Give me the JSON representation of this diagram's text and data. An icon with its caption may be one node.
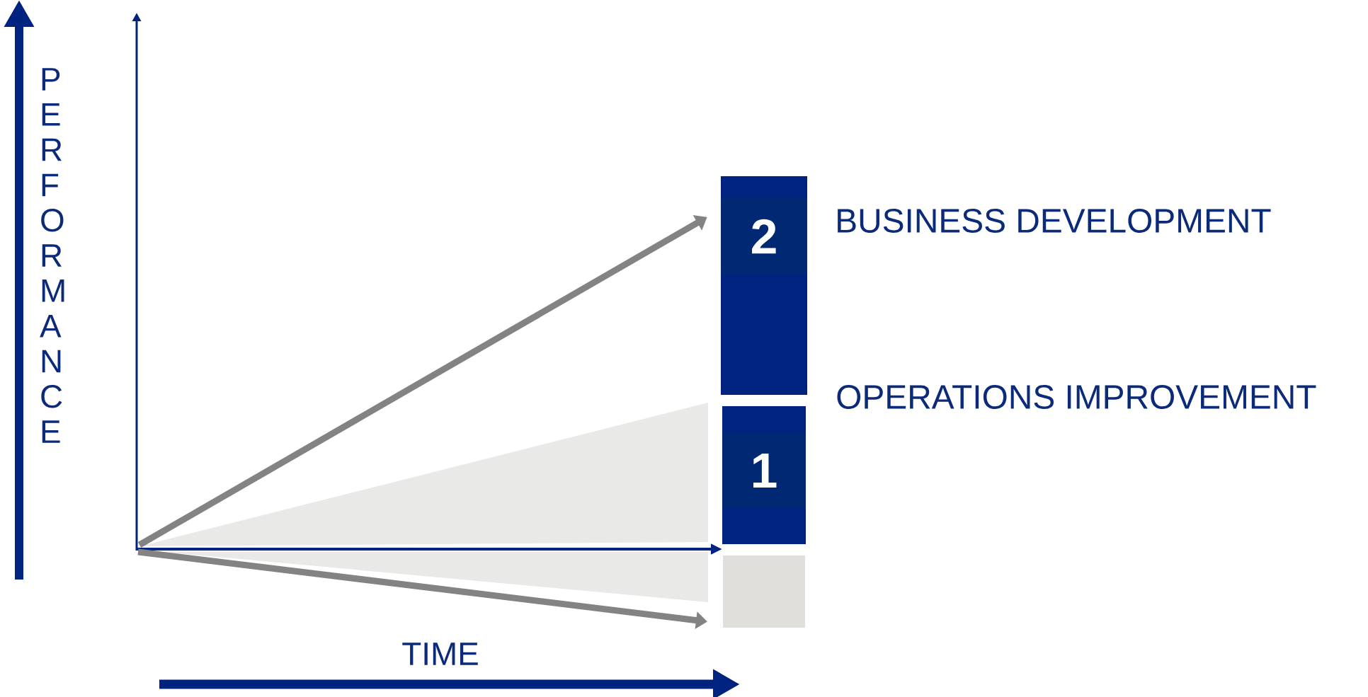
{
  "diagram": {
    "nodes": [
      {
        "text": [
          "2"
        ],
        "beside": [
          "BUSINESS DEVELOPMENT"
        ]
      },
      {
        "text": [
          "1"
        ],
        "beside": [
          "OPERATIONS IMPROVEMENT"
        ]
      },
      {
        "text": [],
        "shape": "box"
      }
    ],
    "edges": [
      {
        "from": null,
        "to": 0,
        "arrow": "to"
      },
      {
        "from": null,
        "to": 2,
        "arrow": "to"
      }
    ],
    "labels": [
      "PERFORMANCE",
      "TIME"
    ]
  }
}
